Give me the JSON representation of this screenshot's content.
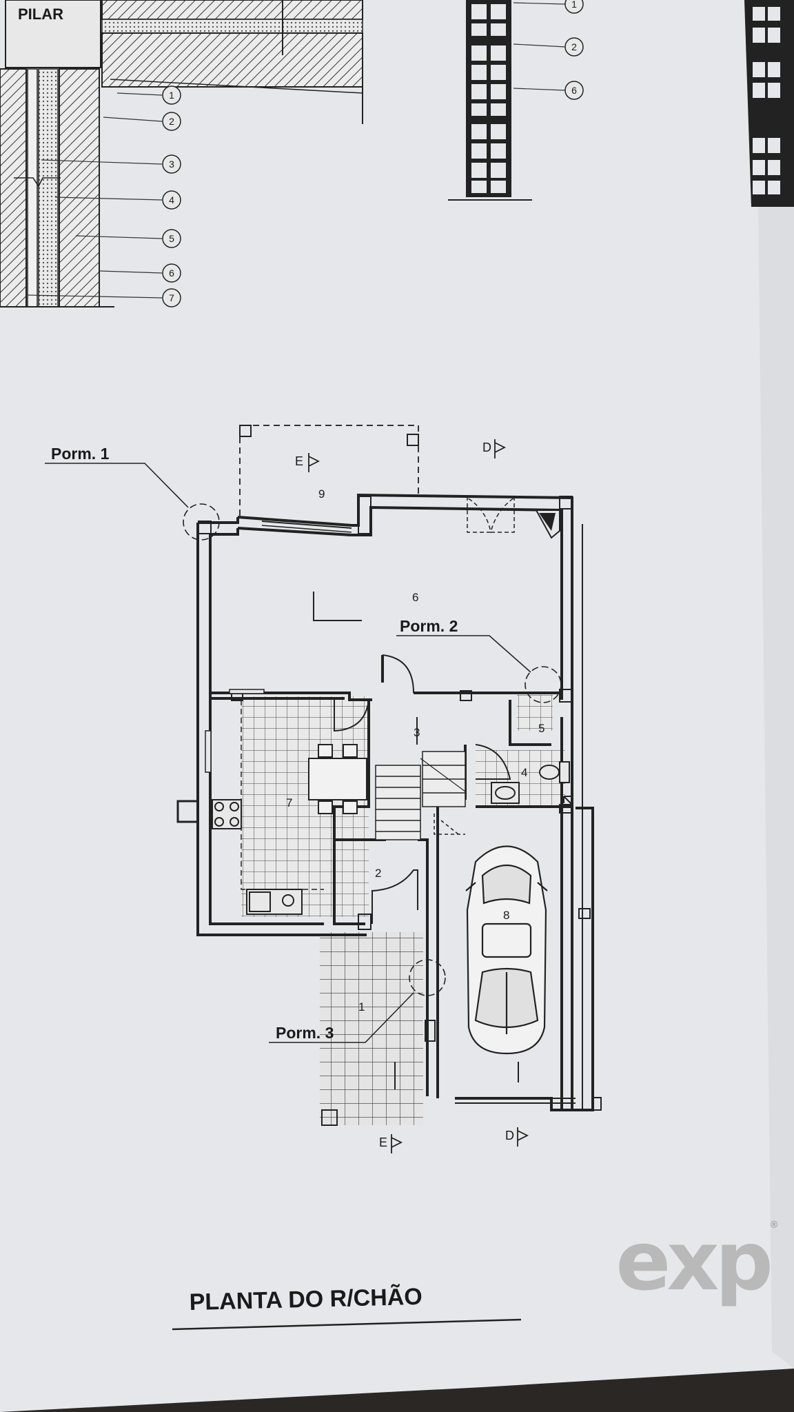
{
  "pilar_label": "PILAR",
  "wall_section_callouts": [
    "1",
    "2",
    "3",
    "4",
    "5",
    "6",
    "7"
  ],
  "block_section_callouts": [
    "1",
    "2",
    "6"
  ],
  "detail_refs": {
    "porm1": "Porm. 1",
    "porm2": "Porm. 2",
    "porm3": "Porm. 3"
  },
  "section_marks": {
    "e_top": "E",
    "d_top": "D",
    "e_bottom": "E",
    "d_bottom": "D"
  },
  "rooms": {
    "r1": "1",
    "r2": "2",
    "r3": "3",
    "r4": "4",
    "r5": "5",
    "r6": "6",
    "r7": "7",
    "r8": "8",
    "r9": "9"
  },
  "plan_title": "PLANTA DO R/CHÃO",
  "watermark": {
    "text": "exp",
    "mark": "®"
  }
}
